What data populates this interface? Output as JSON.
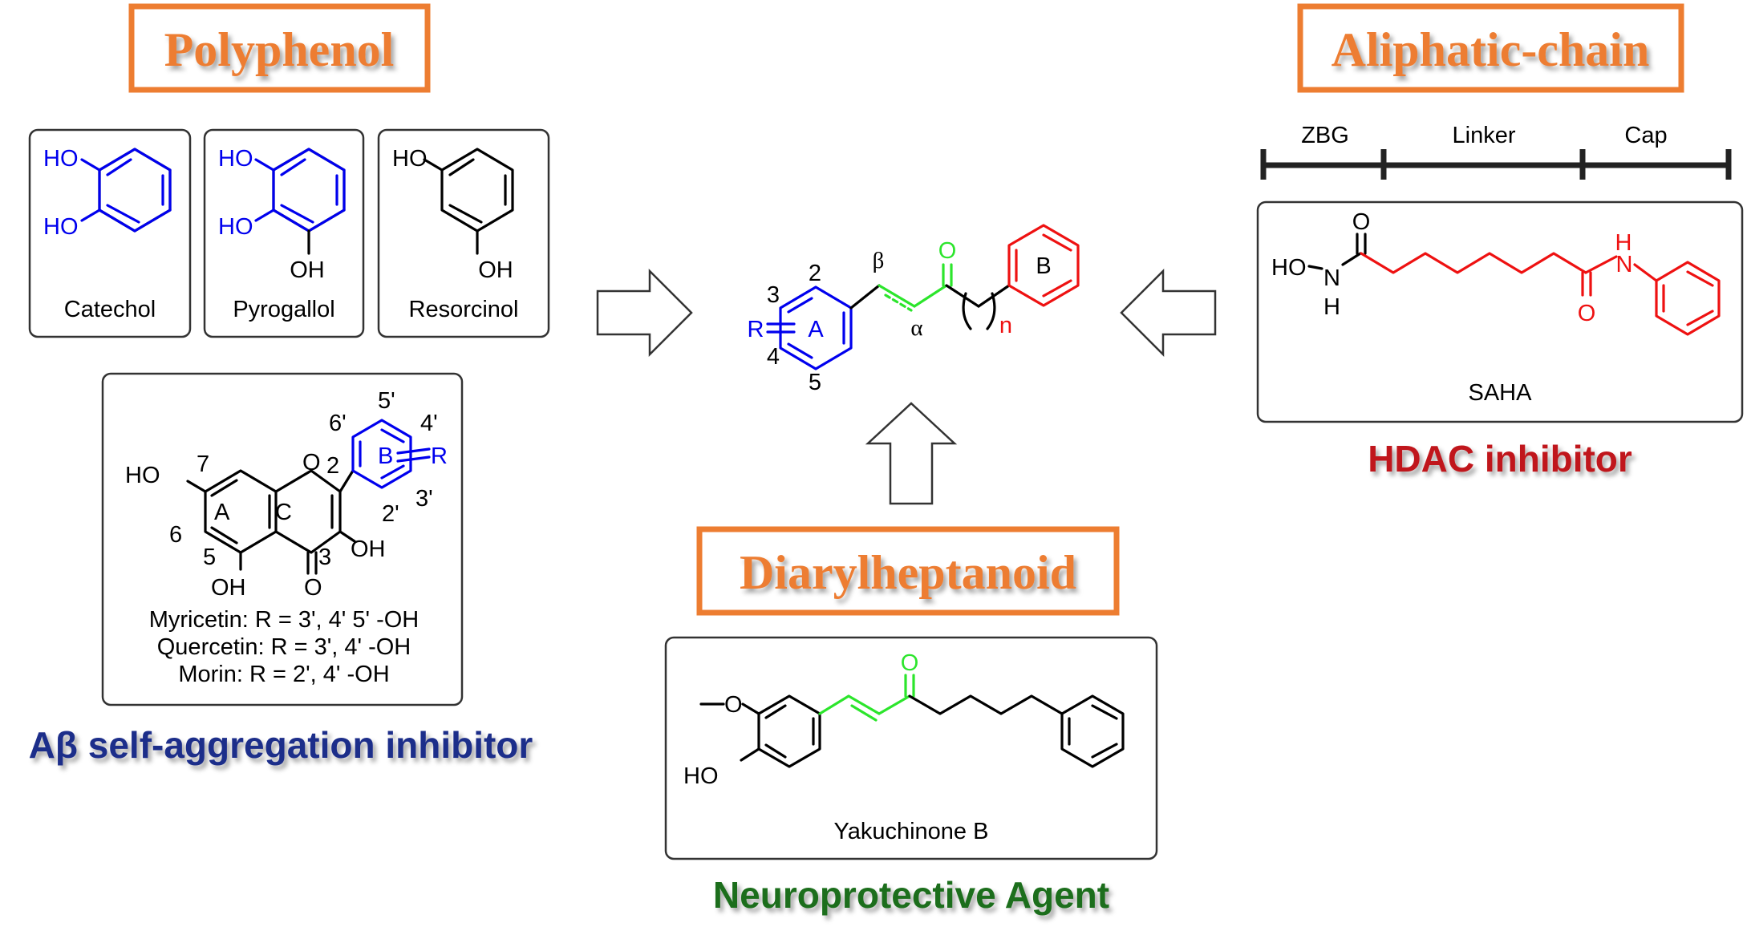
{
  "colors": {
    "orange": "#ED7D31",
    "blue_text": "#1F2D8A",
    "red_text": "#C0171B",
    "green_text": "#1B6E1B",
    "bond_blue": "#0000EE",
    "bond_green": "#2CE52C",
    "bond_red": "#EE1111"
  },
  "polyphenol": {
    "title": "Polyphenol",
    "catechol": {
      "name": "Catechol",
      "oh1": "HO",
      "oh2": "HO"
    },
    "pyrogallol": {
      "name": "Pyrogallol",
      "oh1": "HO",
      "oh2": "HO",
      "oh3": "OH"
    },
    "resorcinol": {
      "name": "Resorcinol",
      "oh1": "HO",
      "oh2": "OH"
    },
    "flavonol": {
      "ho7": "HO",
      "oh3": "OH",
      "oh5": "OH",
      "o_ring": "O",
      "o_keto": "O",
      "r": "R",
      "ring_a": "A",
      "ring_b": "B",
      "ring_c": "C",
      "n2": "2",
      "n3": "3",
      "n5": "5",
      "n6": "6",
      "n7": "7",
      "n2p": "2'",
      "n3p": "3'",
      "n4p": "4'",
      "n5p": "5'",
      "n6p": "6'",
      "myricetin": "Myricetin: R = 3', 4' 5' -OH",
      "quercetin": "Quercetin: R = 3', 4' -OH",
      "morin": "Morin: R = 2', 4' -OH"
    },
    "caption": "Aβ self-aggregation inhibitor"
  },
  "core": {
    "r": "R",
    "ring_a": "A",
    "ring_b": "B",
    "n2": "2",
    "n3": "3",
    "n4": "4",
    "n5": "5",
    "beta": "β",
    "alpha": "α",
    "o": "O",
    "n": "n"
  },
  "aliphatic": {
    "title": "Aliphatic-chain",
    "zbg": "ZBG",
    "linker": "Linker",
    "cap": "Cap",
    "saha": {
      "name": "SAHA",
      "ho": "HO",
      "n1": "N",
      "h1": "H",
      "o1": "O",
      "o2": "O",
      "h2": "H",
      "n2": "N"
    },
    "caption": "HDAC inhibitor"
  },
  "diaryl": {
    "title": "Diarylheptanoid",
    "yak": {
      "name": "Yakuchinone B",
      "o_methoxy": "O",
      "ho": "HO",
      "o_keto": "O"
    },
    "caption": "Neuroprotective Agent"
  },
  "icons": [
    "arrow-right-icon",
    "arrow-up-icon",
    "arrow-left-icon"
  ]
}
